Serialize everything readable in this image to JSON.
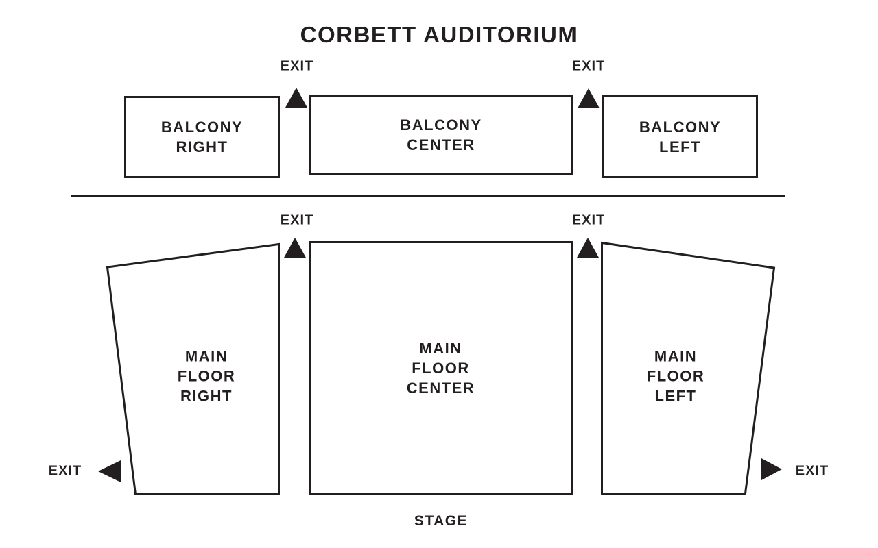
{
  "title": "CORBETT AUDITORIUM",
  "colors": {
    "ink": "#231f20",
    "background": "#ffffff"
  },
  "balcony": {
    "right_label": "BALCONY\nRIGHT",
    "center_label": "BALCONY\nCENTER",
    "left_label": "BALCONY\nLEFT"
  },
  "main_floor": {
    "right_label": "MAIN\nFLOOR\nRIGHT",
    "center_label": "MAIN\nFLOOR\nCENTER",
    "left_label": "MAIN\nFLOOR\nLEFT"
  },
  "exits": {
    "balcony_right_label": "EXIT",
    "balcony_left_label": "EXIT",
    "main_floor_right_label": "EXIT",
    "main_floor_left_label": "EXIT",
    "side_right_label": "EXIT",
    "side_left_label": "EXIT"
  },
  "stage_label": "STAGE"
}
